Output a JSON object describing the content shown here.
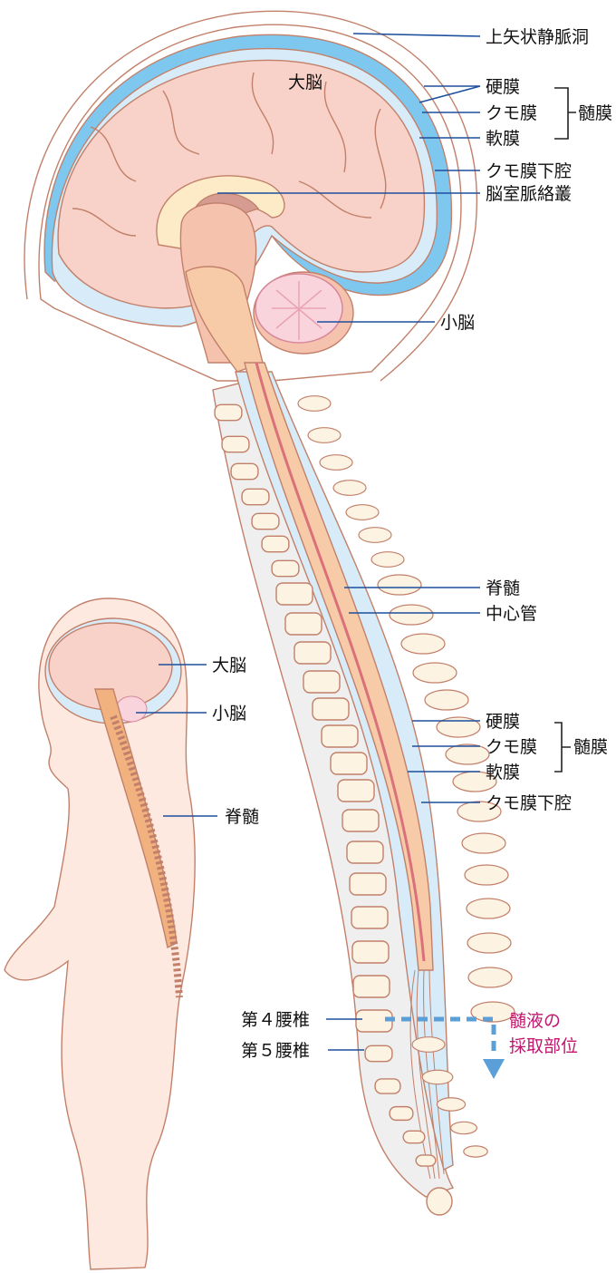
{
  "adult_labels": {
    "superior_sagittal_sinus": "上矢状静脈洞",
    "cerebrum": "大脳",
    "head_dura": "硬膜",
    "head_arachnoid": "クモ膜",
    "head_pia": "軟膜",
    "head_meninges": "髄膜",
    "head_subarachnoid": "クモ膜下腔",
    "choroid_plexus": "脳室脈絡叢",
    "cerebellum": "小脳",
    "spinal_cord": "脊髄",
    "central_canal": "中心管",
    "spine_dura": "硬膜",
    "spine_arachnoid": "クモ膜",
    "spine_pia": "軟膜",
    "spine_meninges": "髄膜",
    "spine_subarachnoid": "クモ膜下腔",
    "l4": "第４腰椎",
    "l5": "第５腰椎",
    "csf_site_line1": "髄液の",
    "csf_site_line2": "採取部位"
  },
  "infant_labels": {
    "cerebrum": "大脳",
    "cerebellum": "小脳",
    "spinal_cord": "脊髄"
  },
  "colors": {
    "leader": "#1d4f9c",
    "highlight_text": "#c0166d",
    "arrow": "#5a9fd8",
    "sinus": "#7ec8ef",
    "csf": "#d7ecf8",
    "brain": "#f8d2c8",
    "cord": "#f7cba8",
    "bone": "#fdf3e3",
    "skin": "#fde9e0"
  }
}
